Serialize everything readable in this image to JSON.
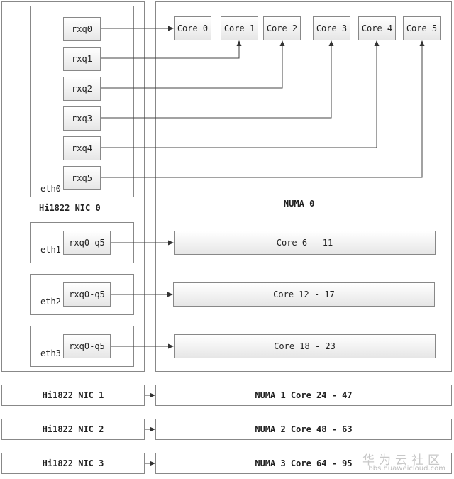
{
  "nic0": {
    "title": "Hi1822 NIC 0",
    "eth0": {
      "label": "eth0",
      "queues": [
        "rxq0",
        "rxq1",
        "rxq2",
        "rxq3",
        "rxq4",
        "rxq5"
      ]
    },
    "eth1": {
      "label": "eth1",
      "queue": "rxq0-q5"
    },
    "eth2": {
      "label": "eth2",
      "queue": "rxq0-q5"
    },
    "eth3": {
      "label": "eth3",
      "queue": "rxq0-q5"
    }
  },
  "numa0": {
    "title": "NUMA 0",
    "cores": [
      "Core 0",
      "Core 1",
      "Core 2",
      "Core 3",
      "Core 4",
      "Core 5"
    ],
    "ranges": [
      "Core 6 - 11",
      "Core 12 - 17",
      "Core 18 - 23"
    ]
  },
  "other_nics": [
    {
      "nic": "Hi1822 NIC 1",
      "numa": "NUMA 1 Core 24 - 47"
    },
    {
      "nic": "Hi1822 NIC 2",
      "numa": "NUMA 2 Core 48 - 63"
    },
    {
      "nic": "Hi1822 NIC 3",
      "numa": "NUMA 3 Core 64 - 95"
    }
  ],
  "watermark": {
    "brand": "华为云社区",
    "url": "bbs.huaweicloud.com"
  }
}
